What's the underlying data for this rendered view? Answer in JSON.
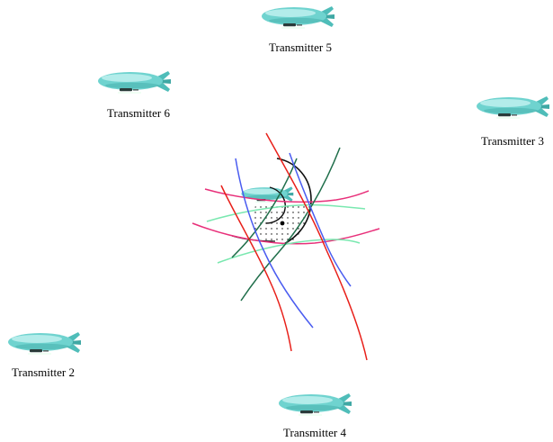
{
  "transmitters": [
    {
      "id": "t5",
      "label": "Transmitter 5"
    },
    {
      "id": "t6",
      "label": "Transmitter 6"
    },
    {
      "id": "t3",
      "label": "Transmitter 3"
    },
    {
      "id": "t2",
      "label": "Transmitter 2"
    },
    {
      "id": "t4",
      "label": "Transmitter 4"
    }
  ],
  "colors": {
    "blimp_body": "#6fd3cf",
    "blimp_highlight": "#bff0ee",
    "blimp_shadow": "#3fa8a4",
    "gondola": "#2a3b3a",
    "curve_red": "#e8201a",
    "curve_blue": "#4a5cf0",
    "curve_darkgreen": "#1f6e4a",
    "curve_pink": "#e8307a",
    "curve_lightgreen": "#7ae8b0",
    "curve_black": "#111111",
    "estimate_dot": "#000000"
  },
  "icons": {
    "transmitter": "blimp-icon",
    "receiver": "receiver-blimp-icon",
    "position": "estimate-point-icon"
  }
}
